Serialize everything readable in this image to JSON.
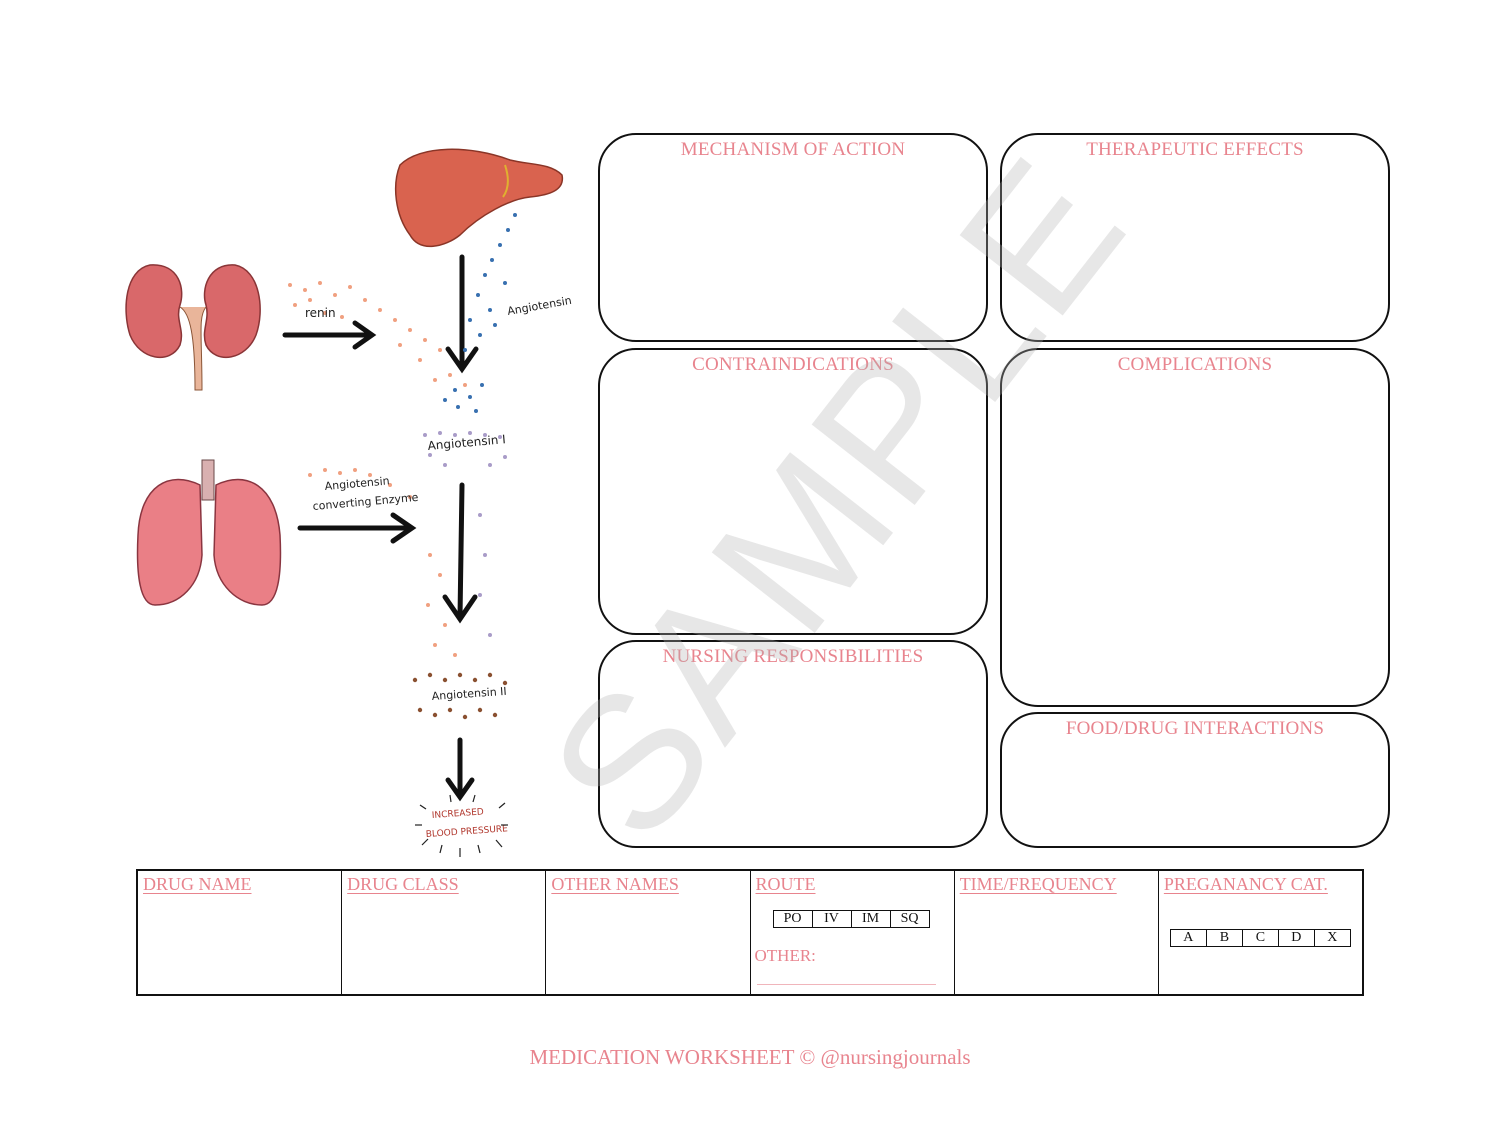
{
  "sections": {
    "mechanism": "MECHANISM OF ACTION",
    "therapeutic": "THERAPEUTIC EFFECTS",
    "contraindications": "CONTRAINDICATIONS",
    "complications": "COMPLICATIONS",
    "nursing": "NURSING RESPONSIBILITIES",
    "food_drug": "FOOD/DRUG INTERACTIONS"
  },
  "illustration": {
    "renin": "renin",
    "angiotensin": "Angiotensin",
    "angiotensin_i": "Angiotensin I",
    "ace_line1": "Angiotensin",
    "ace_line2": "converting Enzyme",
    "angiotensin_ii": "Angiotensin II",
    "result_line1": "INCREASED",
    "result_line2": "BLOOD PRESSURE"
  },
  "watermark": "SAMPLE",
  "table": {
    "drug_name": "DRUG NAME",
    "drug_class": "DRUG CLASS",
    "other_names": "OTHER NAMES",
    "route": "ROUTE",
    "route_options": [
      "PO",
      "IV",
      "IM",
      "SQ"
    ],
    "other_label": "OTHER:",
    "time_frequency": "TIME/FREQUENCY",
    "pregnancy": "PREGANANCY CAT.",
    "pregnancy_options": [
      "A",
      "B",
      "C",
      "D",
      "X"
    ]
  },
  "footer": "MEDICATION WORKSHEET © @nursingjournals",
  "colors": {
    "accent": "#e8848e",
    "border": "#111111"
  }
}
